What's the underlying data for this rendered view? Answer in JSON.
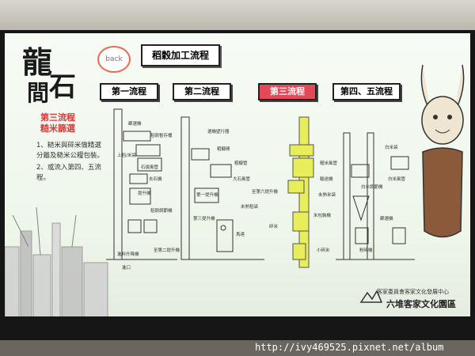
{
  "logo": {
    "char1": "龍",
    "char2": "石",
    "char3": "間"
  },
  "nav": {
    "back_label": "back"
  },
  "page": {
    "title": "稻穀加工流程"
  },
  "tabs": [
    {
      "label": "第一流程",
      "active": false
    },
    {
      "label": "第二流程",
      "active": false
    },
    {
      "label": "第三流程",
      "active": true
    },
    {
      "label": "第四、五流程",
      "active": false
    }
  ],
  "side": {
    "title_line1": "第三流程",
    "title_line2": "糙米篩選",
    "items": [
      "1、糙米與碎米做精選分離及糙米公糧包裝。",
      "2、或流入第四、五流程。"
    ]
  },
  "diagram_labels": {
    "l1": "篩選機",
    "l2": "稻穀暫存桶",
    "l3": "上稻/米袋",
    "l4": "石拔風管",
    "l5": "去石機",
    "l6": "提升機",
    "l7": "稻穀調節機",
    "l8": "進料升降機",
    "l9": "至第二提升機",
    "l10": "進口",
    "l11": "選機壁行器",
    "l12": "粗糠間",
    "l13": "粗糠管",
    "l14": "第一提升機",
    "l15": "大石風管",
    "l16": "未熟稻袋",
    "l17": "第三提升機",
    "l18": "馬達",
    "l19": "糙米風管",
    "l20": "至第六提升機",
    "l21": "輸送機",
    "l22": "米包裝機",
    "l23": "碎米",
    "l24": "未熟米袋",
    "l25": "小碎米",
    "l26": "白米調節機",
    "l27": "白米風管",
    "l28": "白米袋",
    "l29": "篩選機",
    "l30": "粉碎機"
  },
  "footer": {
    "org_line1": "客家委員會客家文化發展中心",
    "org_line2": "六堆客家文化園區"
  },
  "watermark": "http://ivy469525.pixnet.net/album"
}
